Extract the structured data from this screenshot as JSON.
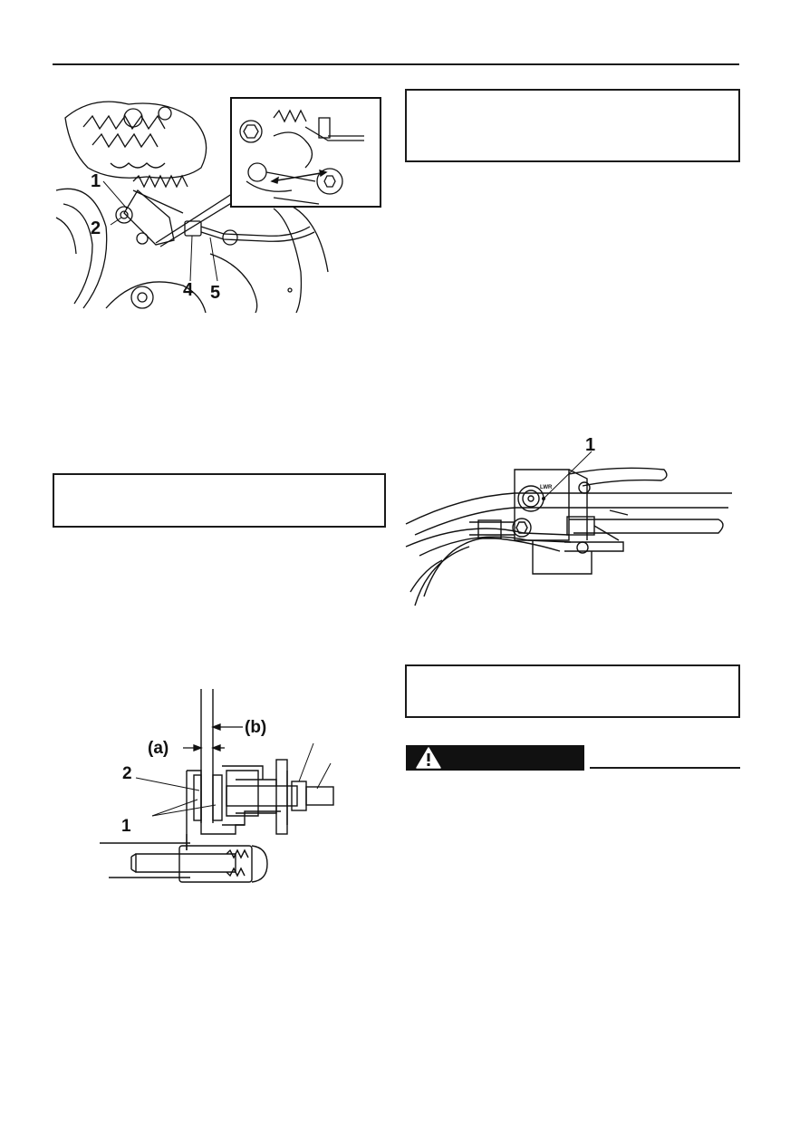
{
  "figure1": {
    "callouts": [
      "1",
      "2",
      "4",
      "5"
    ]
  },
  "figure2": {
    "callouts": [
      "1",
      "2"
    ],
    "dimensions": [
      "(a)",
      "(b)"
    ]
  },
  "figure3": {
    "callouts": [
      "1"
    ],
    "reservoir_label": "LWR"
  },
  "icons": {
    "warning": "warning-triangle-icon"
  },
  "colors": {
    "ink": "#111111",
    "paper": "#ffffff"
  }
}
